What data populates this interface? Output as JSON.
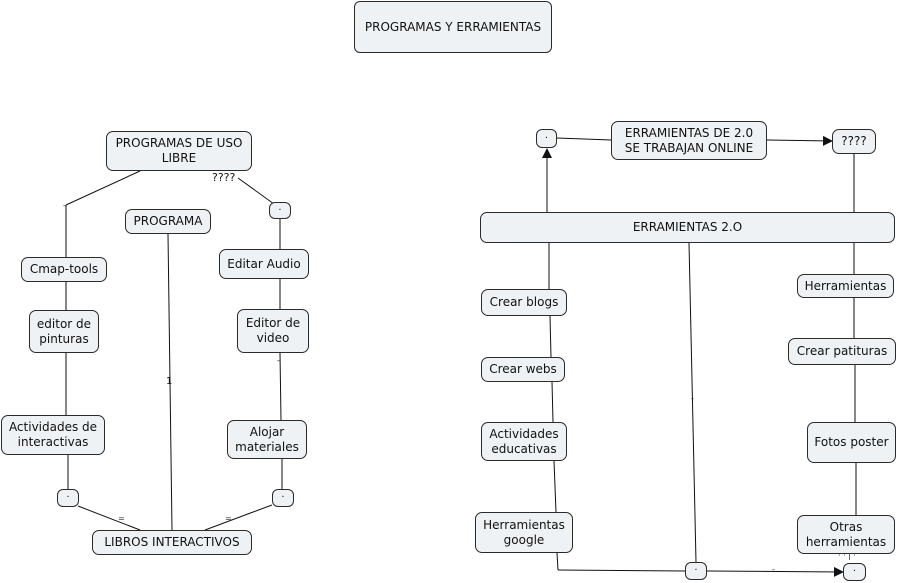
{
  "title": "PROGRAMAS Y ERRAMIENTAS",
  "left": {
    "programas_uso_libre": "PROGRAMAS DE USO LIBRE",
    "question_label": "????",
    "connector_top": "·",
    "programa": "PROGRAMA",
    "cmap_tools": "Cmap-tools",
    "editar_audio": "Editar Audio",
    "editor_pinturas": "editor de pinturas",
    "editor_video": "Editor de video",
    "actividades_interactivas": "Actividades de interactivas",
    "alojar_materiales": "Alojar materiales",
    "connector_left": "·",
    "connector_right": "·",
    "libros_interactivos": "LIBROS INTERACTIVOS",
    "link_label_programa": "1"
  },
  "right": {
    "connector_top": "·",
    "erramientas_online": "ERRAMIENTAS DE 2.0 SE TRABAJAN ONLINE",
    "question_node": "????",
    "erramientas_20": "ERRAMIENTAS 2.O",
    "crear_blogs": "Crear blogs",
    "crear_webs": "Crear webs",
    "actividades_educativas": "Actividades educativas",
    "herramientas_google": "Herramientas google",
    "herramientas": "Herramientas",
    "crear_patituras": "Crear patituras",
    "fotos_poster": "Fotos poster",
    "otras_herramientas": "Otras herramientas",
    "connector_bottom_mid": "·",
    "connector_bottom_right": "·"
  }
}
